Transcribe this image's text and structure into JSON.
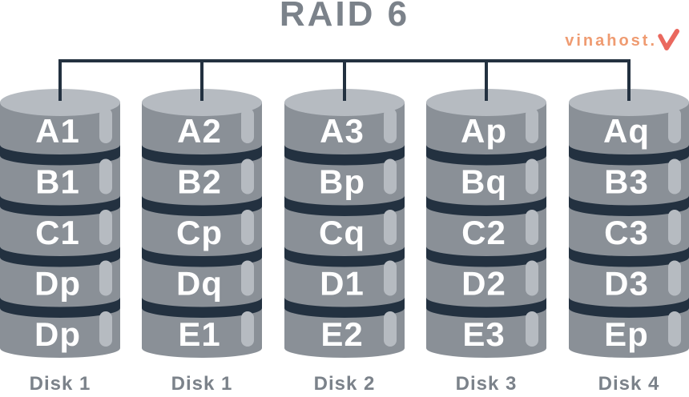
{
  "title": "RAID 6",
  "logo": {
    "text": "vinahost."
  },
  "disks": [
    {
      "name": "Disk 1",
      "blocks": [
        "A1",
        "B1",
        "C1",
        "Dp",
        "Dp"
      ]
    },
    {
      "name": "Disk 1",
      "blocks": [
        "A2",
        "B2",
        "Cp",
        "Dq",
        "E1"
      ]
    },
    {
      "name": "Disk 2",
      "blocks": [
        "A3",
        "Bp",
        "Cq",
        "D1",
        "E2"
      ]
    },
    {
      "name": "Disk 3",
      "blocks": [
        "Ap",
        "Bq",
        "C2",
        "D2",
        "E3"
      ]
    },
    {
      "name": "Disk 4",
      "blocks": [
        "Aq",
        "B3",
        "C3",
        "D3",
        "Ep"
      ]
    }
  ],
  "colors": {
    "platter": "#8A9097",
    "platter_light": "#B6BBC1",
    "gap_dark": "#233140",
    "line": "#233140",
    "label_gray": "#7B828A",
    "block_text": "#FFFFFF",
    "logo_orange": "#EF9B71",
    "logo_red": "#EA685E"
  }
}
